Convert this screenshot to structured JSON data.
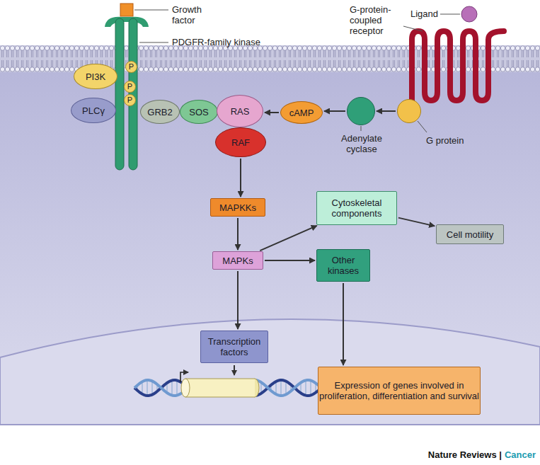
{
  "diagram": {
    "nodes": [
      {
        "text": [
          "PI3K"
        ]
      },
      {
        "text": [
          "P"
        ]
      },
      {
        "text": [
          "GRB2"
        ]
      },
      {
        "text": [
          "SOS"
        ]
      },
      {
        "text": [
          "RAS"
        ]
      },
      {
        "text": [
          "cAMP"
        ]
      },
      {
        "text": [
          "Adenylate cyclase"
        ]
      },
      {
        "text": [
          "G protein"
        ]
      },
      {
        "text": [
          "P"
        ]
      },
      {
        "text": [
          "P"
        ]
      },
      {
        "text": [
          "PLCγ"
        ]
      },
      {
        "text": [
          "RAF"
        ]
      },
      {
        "text": [
          "MAPKKs"
        ]
      },
      {
        "text": [
          "Cytoskeletal components"
        ]
      },
      {
        "text": [
          "Cell motility"
        ]
      },
      {
        "text": [
          "MAPKs"
        ]
      },
      {
        "text": [
          "Other kinases"
        ]
      },
      {
        "text": [
          "Transcription factors"
        ]
      },
      {
        "text": [
          "Expression of genes involved in proliferation, differentiation and survival"
        ]
      }
    ],
    "edges": [
      {
        "from": 7,
        "to": 6,
        "arrow": "to"
      },
      {
        "from": 6,
        "to": 5,
        "arrow": "to"
      },
      {
        "from": 5,
        "to": 4,
        "arrow": "to"
      },
      {
        "from": 11,
        "to": 12,
        "arrow": "to"
      },
      {
        "from": 12,
        "to": 15,
        "arrow": "to"
      },
      {
        "from": 15,
        "to": 13,
        "arrow": "to"
      },
      {
        "from": 13,
        "to": 14,
        "arrow": "to"
      },
      {
        "from": 15,
        "to": 16,
        "arrow": "to"
      },
      {
        "from": 15,
        "to": 17,
        "arrow": "to"
      },
      {
        "from": 16,
        "to": 18,
        "arrow": "to"
      }
    ],
    "labels": [
      "Growth factor",
      "PDGFR-family kinase",
      "G-protein-coupled receptor",
      "Ligand",
      "Nature Reviews |",
      "Cancer"
    ]
  }
}
